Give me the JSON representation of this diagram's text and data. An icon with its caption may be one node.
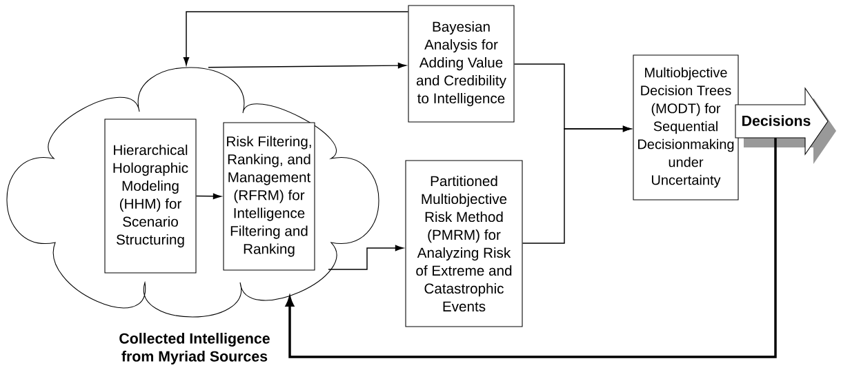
{
  "diagram": {
    "nodes": [
      {
        "text": [
          "Collected Intelligence from Myriad Sources"
        ]
      },
      {
        "text": [
          "Hierarchical Holographic Modeling (HHM) for Scenario Structuring"
        ],
        "in": 0
      },
      {
        "text": [
          "Risk Filtering, Ranking, and Management (RFRM) for Intelligence Filtering and Ranking"
        ],
        "in": 0
      },
      {
        "text": [
          "Bayesian Analysis for Adding Value and Credibility to Intelligence"
        ]
      },
      {
        "text": [
          "Partitioned Multiobjective Risk Method (PMRM) for Analyzing Risk of Extreme and Catastrophic Events"
        ]
      },
      {
        "text": [
          "Multiobjective Decision Trees (MODT) for Sequential Decisionmaking under Uncertainty"
        ]
      },
      {
        "text": [
          "Decisions"
        ]
      }
    ],
    "edges": [
      {
        "from": 1,
        "to": 2,
        "arrow": "to"
      },
      {
        "from": 3,
        "to": 0,
        "arrow": "to"
      },
      {
        "from": 0,
        "to": 3,
        "arrow": "to"
      },
      {
        "from": 0,
        "to": 4,
        "arrow": "to"
      },
      {
        "from": 3,
        "to": 5,
        "arrow": "to"
      },
      {
        "from": 4,
        "to": 5,
        "arrow": "to"
      },
      {
        "from": 6,
        "to": 0,
        "arrow": "to",
        "style": "thick"
      }
    ]
  }
}
